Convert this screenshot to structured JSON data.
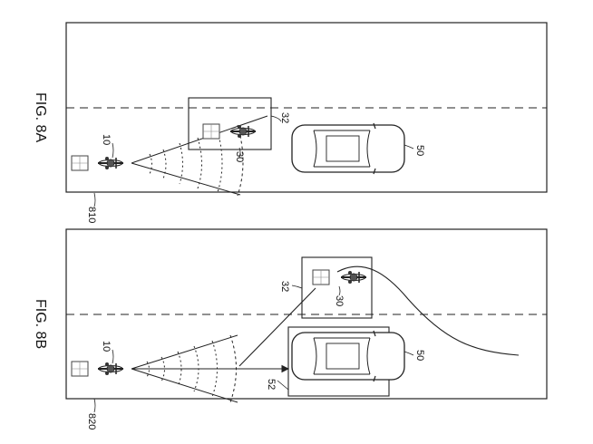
{
  "figures": [
    {
      "caption": "FIG. 8A",
      "scene_ref": "810",
      "rider_ref": "10",
      "target_rider_ref": "30",
      "box_ref": "32",
      "car_ref": "50"
    },
    {
      "caption": "FIG. 8B",
      "scene_ref": "820",
      "rider_ref": "10",
      "target_rider_ref": "30",
      "box_ref": "32",
      "car_ref": "50",
      "car_box_ref": "52"
    }
  ],
  "colors": {
    "line": "#222222",
    "background": "#ffffff"
  }
}
